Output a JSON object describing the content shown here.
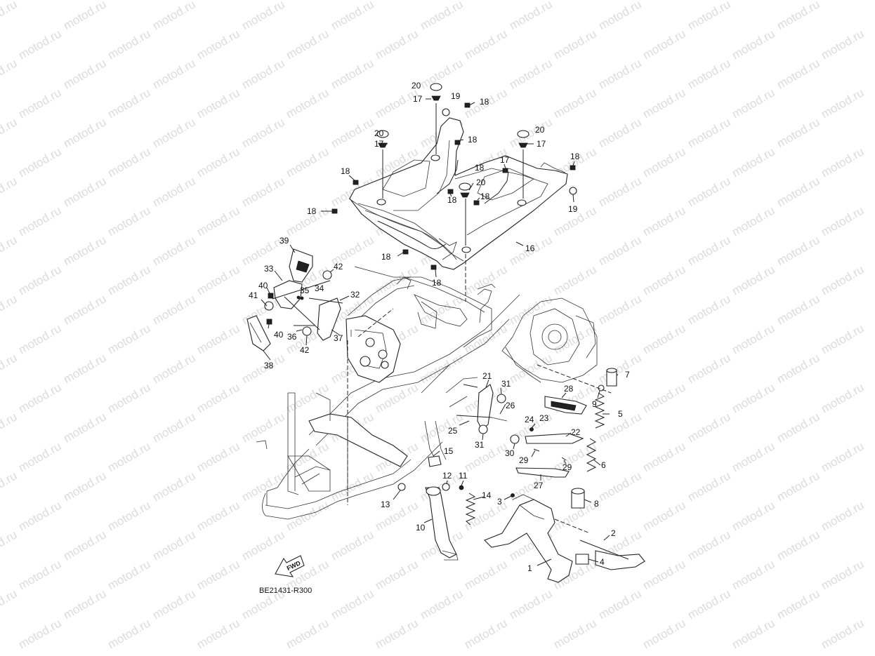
{
  "watermark": {
    "text": "motod.ru"
  },
  "diagram": {
    "code": "BE21431-R300",
    "fwd_label": "FWD",
    "callouts": [
      {
        "id": "c20a",
        "label": "20"
      },
      {
        "id": "c17a",
        "label": "17"
      },
      {
        "id": "c19a",
        "label": "19"
      },
      {
        "id": "c18a",
        "label": "18"
      },
      {
        "id": "c20b",
        "label": "20"
      },
      {
        "id": "c17b",
        "label": "17"
      },
      {
        "id": "c18b",
        "label": "18"
      },
      {
        "id": "c20c",
        "label": "20"
      },
      {
        "id": "c17c",
        "label": "17"
      },
      {
        "id": "c18c",
        "label": "18"
      },
      {
        "id": "c18d",
        "label": "18"
      },
      {
        "id": "c20d",
        "label": "20"
      },
      {
        "id": "c17d",
        "label": "17"
      },
      {
        "id": "c18e",
        "label": "18"
      },
      {
        "id": "c18f",
        "label": "18"
      },
      {
        "id": "c18g",
        "label": "18"
      },
      {
        "id": "c19b",
        "label": "19"
      },
      {
        "id": "c18h",
        "label": "18"
      },
      {
        "id": "c16",
        "label": "16"
      },
      {
        "id": "c18i",
        "label": "18"
      },
      {
        "id": "c18j",
        "label": "18"
      },
      {
        "id": "c39",
        "label": "39"
      },
      {
        "id": "c33",
        "label": "33"
      },
      {
        "id": "c42a",
        "label": "42"
      },
      {
        "id": "c40a",
        "label": "40"
      },
      {
        "id": "c35",
        "label": "35"
      },
      {
        "id": "c34",
        "label": "34"
      },
      {
        "id": "c41",
        "label": "41"
      },
      {
        "id": "c32",
        "label": "32"
      },
      {
        "id": "c40b",
        "label": "40"
      },
      {
        "id": "c36",
        "label": "36"
      },
      {
        "id": "c37",
        "label": "37"
      },
      {
        "id": "c42b",
        "label": "42"
      },
      {
        "id": "c38",
        "label": "38"
      },
      {
        "id": "c21",
        "label": "21"
      },
      {
        "id": "c31a",
        "label": "31"
      },
      {
        "id": "c26",
        "label": "26"
      },
      {
        "id": "c25",
        "label": "25"
      },
      {
        "id": "c31b",
        "label": "31"
      },
      {
        "id": "c28",
        "label": "28"
      },
      {
        "id": "c7",
        "label": "7"
      },
      {
        "id": "c9",
        "label": "9"
      },
      {
        "id": "c5",
        "label": "5"
      },
      {
        "id": "c24",
        "label": "24"
      },
      {
        "id": "c23",
        "label": "23"
      },
      {
        "id": "c22",
        "label": "22"
      },
      {
        "id": "c30",
        "label": "30"
      },
      {
        "id": "c29a",
        "label": "29"
      },
      {
        "id": "c29b",
        "label": "29"
      },
      {
        "id": "c6",
        "label": "6"
      },
      {
        "id": "c27",
        "label": "27"
      },
      {
        "id": "c15",
        "label": "15"
      },
      {
        "id": "c12",
        "label": "12"
      },
      {
        "id": "c11",
        "label": "11"
      },
      {
        "id": "c14",
        "label": "14"
      },
      {
        "id": "c13",
        "label": "13"
      },
      {
        "id": "c10",
        "label": "10"
      },
      {
        "id": "c3",
        "label": "3"
      },
      {
        "id": "c8",
        "label": "8"
      },
      {
        "id": "c2",
        "label": "2"
      },
      {
        "id": "c4",
        "label": "4"
      },
      {
        "id": "c1",
        "label": "1"
      }
    ]
  }
}
